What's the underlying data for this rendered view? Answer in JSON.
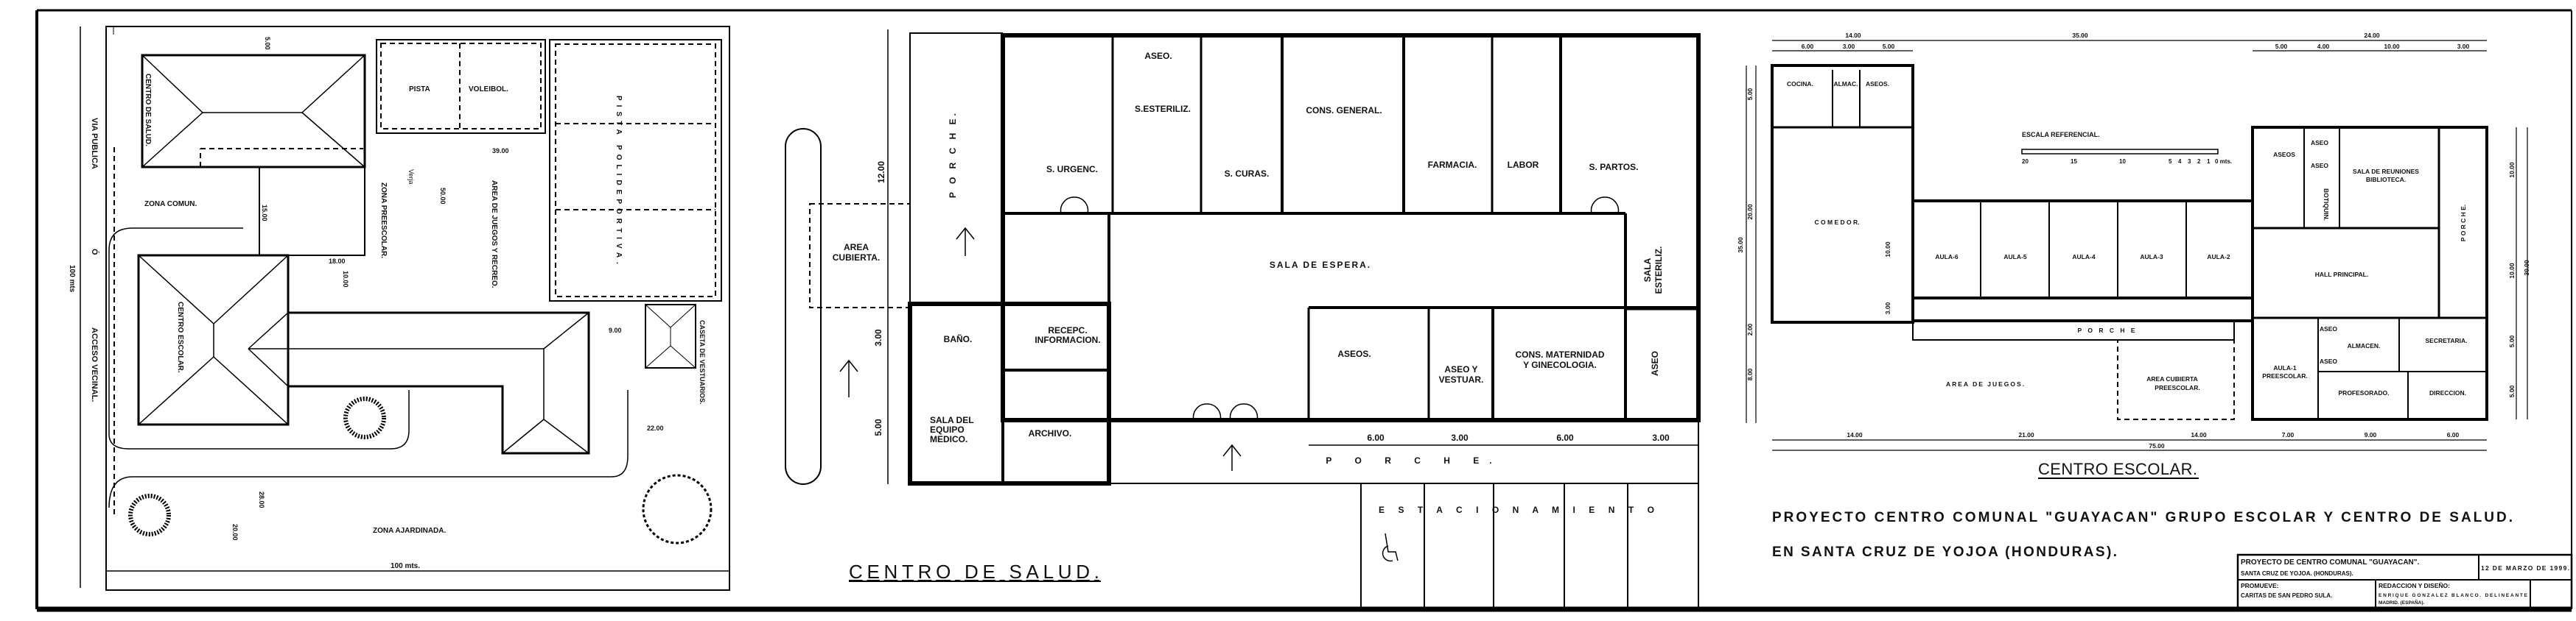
{
  "site_plan": {
    "via": "VIA PUBLICA",
    "o": "Ó",
    "acceso": "ACCESO VECINAL.",
    "length_v": "100 mts",
    "length_h": "100 mts.",
    "salud": "CENTRO DE SALUD.",
    "escolar": "CENTRO ESCOLAR.",
    "zona_comun": "ZONA COMUN.",
    "zona_preescolar": "ZONA PREESCOLAR.",
    "vallo": "Verja",
    "area_juegos": "AREA DE JUEGOS Y RECREO.",
    "pista_voleibol": [
      "PISTA",
      "VOLEIBOL."
    ],
    "pista_poli": "PISTA POLIDEPORTIVA.",
    "caseta": "CASETA DE VESTUARIOS.",
    "zona_ajardinada": "ZONA AJARDINADA.",
    "dims": {
      "d5": "5.00",
      "d15": "15.00",
      "d18": "18.00",
      "d10": "10.00",
      "d50": "50.00",
      "d39": "39.00",
      "d9": "9.00",
      "d22": "22.00",
      "d28": "28.00",
      "d20": "20.00"
    }
  },
  "health_center": {
    "title": "CENTRO DE SALUD.",
    "rooms": {
      "aseo_top": "ASEO.",
      "esteriliz": "S.ESTERILIZ.",
      "cons_general": "CONS. GENERAL.",
      "urgenc": "S. URGENC.",
      "curas": "S. CURAS.",
      "farmacia": "FARMACIA.",
      "labor": "LABOR",
      "partos": "S. PARTOS.",
      "sala_espera": "SALA DE ESPERA.",
      "porche_v": "P O R C H E.",
      "area_cubierta": [
        "AREA",
        "CUBIERTA."
      ],
      "bano": "BAÑO.",
      "recepc": [
        "RECEPC.",
        "INFORMACION."
      ],
      "aseos": "ASEOS.",
      "aseo_vestuar": [
        "ASEO Y",
        "VESTUAR."
      ],
      "cons_maternidad": [
        "CONS. MATERNIDAD",
        "Y GINECOLOGIA."
      ],
      "sala_esteriliz": [
        "SALA",
        "ESTERILIZ."
      ],
      "aseo_right": "ASEO",
      "equipo": [
        "SALA DEL",
        "EQUIPO",
        "MEDICO."
      ],
      "archivo": "ARCHIVO.",
      "porche_h": "P O R C H E.",
      "estacionamiento": "E S T A C I O N A M I E N T O"
    },
    "dims": {
      "v12": "12.00",
      "v3": "3.00",
      "v5": "5.00",
      "h": [
        "6.00",
        "3.00",
        "6.00",
        "3.00"
      ]
    }
  },
  "school": {
    "title": "CENTRO ESCOLAR.",
    "rooms": {
      "cocina": "COCINA.",
      "almac": "ALMAC.",
      "aseos_top": "ASEOS.",
      "comedor": "C O M E D O R.",
      "aulas": [
        "AULA-6",
        "AULA-5",
        "AULA-4",
        "AULA-3",
        "AULA-2"
      ],
      "aseos": "ASEOS",
      "aseo1": "ASEO",
      "aseo2": "ASEO",
      "sala_reuniones": [
        "SALA DE REUNIONES",
        "BIBLIOTECA."
      ],
      "botiquin": "BOTIQUIN.",
      "hall": "HALL PRINCIPAL.",
      "porche_v": "P O R C H E.",
      "porche_h": "P O R C H E",
      "area_juegos": "AREA DE JUEGOS.",
      "area_cubierta": [
        "AREA CUBIERTA",
        "PREESCOLAR."
      ],
      "aula1": [
        "AULA-1",
        "PREESCOLAR."
      ],
      "aseo3": "ASEO",
      "aseo4": "ASEO",
      "almacen": "ALMACEN.",
      "secretaria": "SECRETARIA.",
      "profesorado": "PROFESORADO.",
      "direccion": "DIRECCION."
    },
    "scale": {
      "label": "ESCALA REFERENCIAL.",
      "ticks": [
        "20",
        "15",
        "10",
        "5",
        "4",
        "3",
        "2",
        "1",
        "0 mts."
      ]
    },
    "dims": {
      "top1": [
        "14.00",
        "35.00",
        "24.00"
      ],
      "top2": [
        "6.00",
        "3.00",
        "5.00",
        "5.00",
        "4.00",
        "10.00",
        "3.00"
      ],
      "bottom1": [
        "14.00",
        "21.00",
        "14.00",
        "7.00",
        "9.00",
        "6.00"
      ],
      "total": "75.00",
      "left": [
        "5.00",
        "20.00",
        "2.00",
        "8.00"
      ],
      "left_total": "35.00",
      "inner": [
        "10.00",
        "3.00"
      ],
      "right": [
        "10.00",
        "10.00",
        "5.00",
        "5.00"
      ],
      "right_total": "30.00"
    }
  },
  "project": {
    "title_line1": "PROYECTO CENTRO COMUNAL \"GUAYACAN\"   GRUPO ESCOLAR  Y CENTRO DE SALUD.",
    "title_line2": "EN SANTA CRUZ DE YOJOA (HONDURAS).",
    "block": {
      "project": "PROYECTO DE CENTRO COMUNAL \"GUAYACAN\".",
      "place": "SANTA CRUZ DE YOJOA. (HONDURAS).",
      "date": "12 DE MARZO DE 1999.",
      "promueve_label": "PROMUEVE:",
      "promueve": "CARITAS DE SAN PEDRO SULA.",
      "redaccion_label": "REDACCION Y DISEÑO:",
      "redaccion1": "ENRIQUE GONZALEZ BLANCO. DELINEANTE",
      "redaccion2": "MADRID. (ESPAÑA)."
    }
  }
}
